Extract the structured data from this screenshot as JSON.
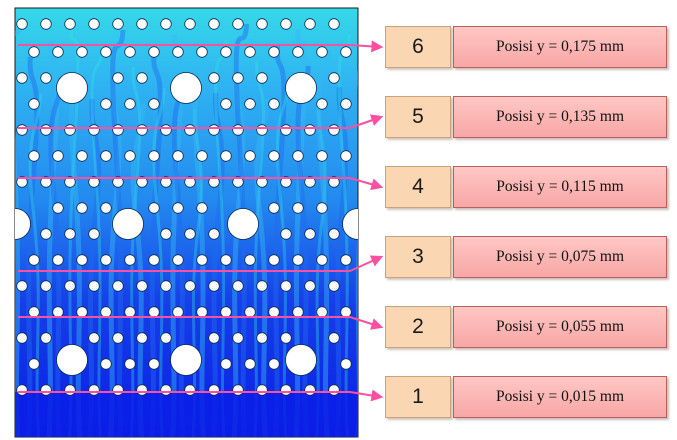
{
  "title": "",
  "positions": [
    {
      "number": "6",
      "label": "Posisi y = 0,175 mm"
    },
    {
      "number": "5",
      "label": "Posisi y = 0,135 mm"
    },
    {
      "number": "4",
      "label": "Posisi y = 0,115 mm"
    },
    {
      "number": "3",
      "label": "Posisi y = 0,075 mm"
    },
    {
      "number": "2",
      "label": "Posisi y = 0,055 mm"
    },
    {
      "number": "1",
      "label": "Posisi y = 0,015 mm"
    }
  ],
  "colors": {
    "fluid_dark": "#0a1ee6",
    "fluid_mid": "#1e6bf0",
    "fluid_light": "#35b7f4",
    "fluid_cyan": "#2ee6e6",
    "position_line": "#ff4fa0",
    "number_box": "#fbd6b3",
    "label_box": "#f9b4b2"
  }
}
